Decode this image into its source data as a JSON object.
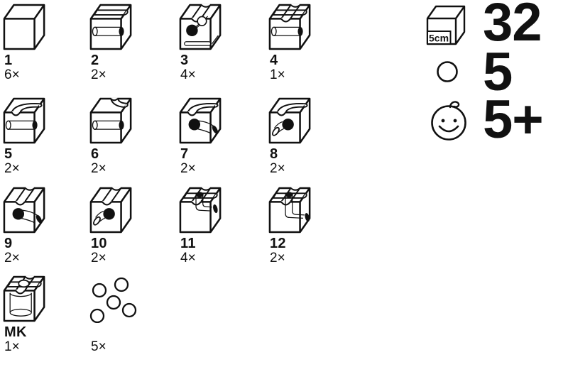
{
  "colors": {
    "ink": "#111111",
    "background": "#ffffff"
  },
  "parts": [
    {
      "id": "1",
      "count": "6×",
      "icon": "cube-plain-icon"
    },
    {
      "id": "2",
      "count": "2×",
      "icon": "cube-straight-groove-tunnel-icon"
    },
    {
      "id": "3",
      "count": "4×",
      "icon": "cube-groove-diagonal-tunnel-slot-icon"
    },
    {
      "id": "4",
      "count": "1×",
      "icon": "cube-cross-groove-tunnel-icon"
    },
    {
      "id": "5",
      "count": "2×",
      "icon": "cube-curve-groove-tunnel-icon"
    },
    {
      "id": "6",
      "count": "2×",
      "icon": "cube-back-curve-groove-tunnel-icon"
    },
    {
      "id": "7",
      "count": "2×",
      "icon": "cube-curve-groove-curve-tunnel-right-icon"
    },
    {
      "id": "8",
      "count": "2×",
      "icon": "cube-curve-groove-curve-tunnel-left-icon"
    },
    {
      "id": "9",
      "count": "2×",
      "icon": "cube-groove-curve-tunnel-right-icon"
    },
    {
      "id": "10",
      "count": "2×",
      "icon": "cube-groove-curve-tunnel-left-icon"
    },
    {
      "id": "11",
      "count": "4×",
      "icon": "cube-cross-groove-vertical-tunnel-icon"
    },
    {
      "id": "12",
      "count": "2×",
      "icon": "cube-cross-groove-deep-vertical-tunnel-icon"
    },
    {
      "id": "MK",
      "count": "1×",
      "icon": "mk-cube-icon"
    },
    {
      "id": "",
      "count": "5×",
      "icon": "marbles-icon"
    }
  ],
  "summary": {
    "cube_size_label": "5cm",
    "cube_count": "32",
    "marble_count": "5",
    "age_rating": "5+"
  }
}
